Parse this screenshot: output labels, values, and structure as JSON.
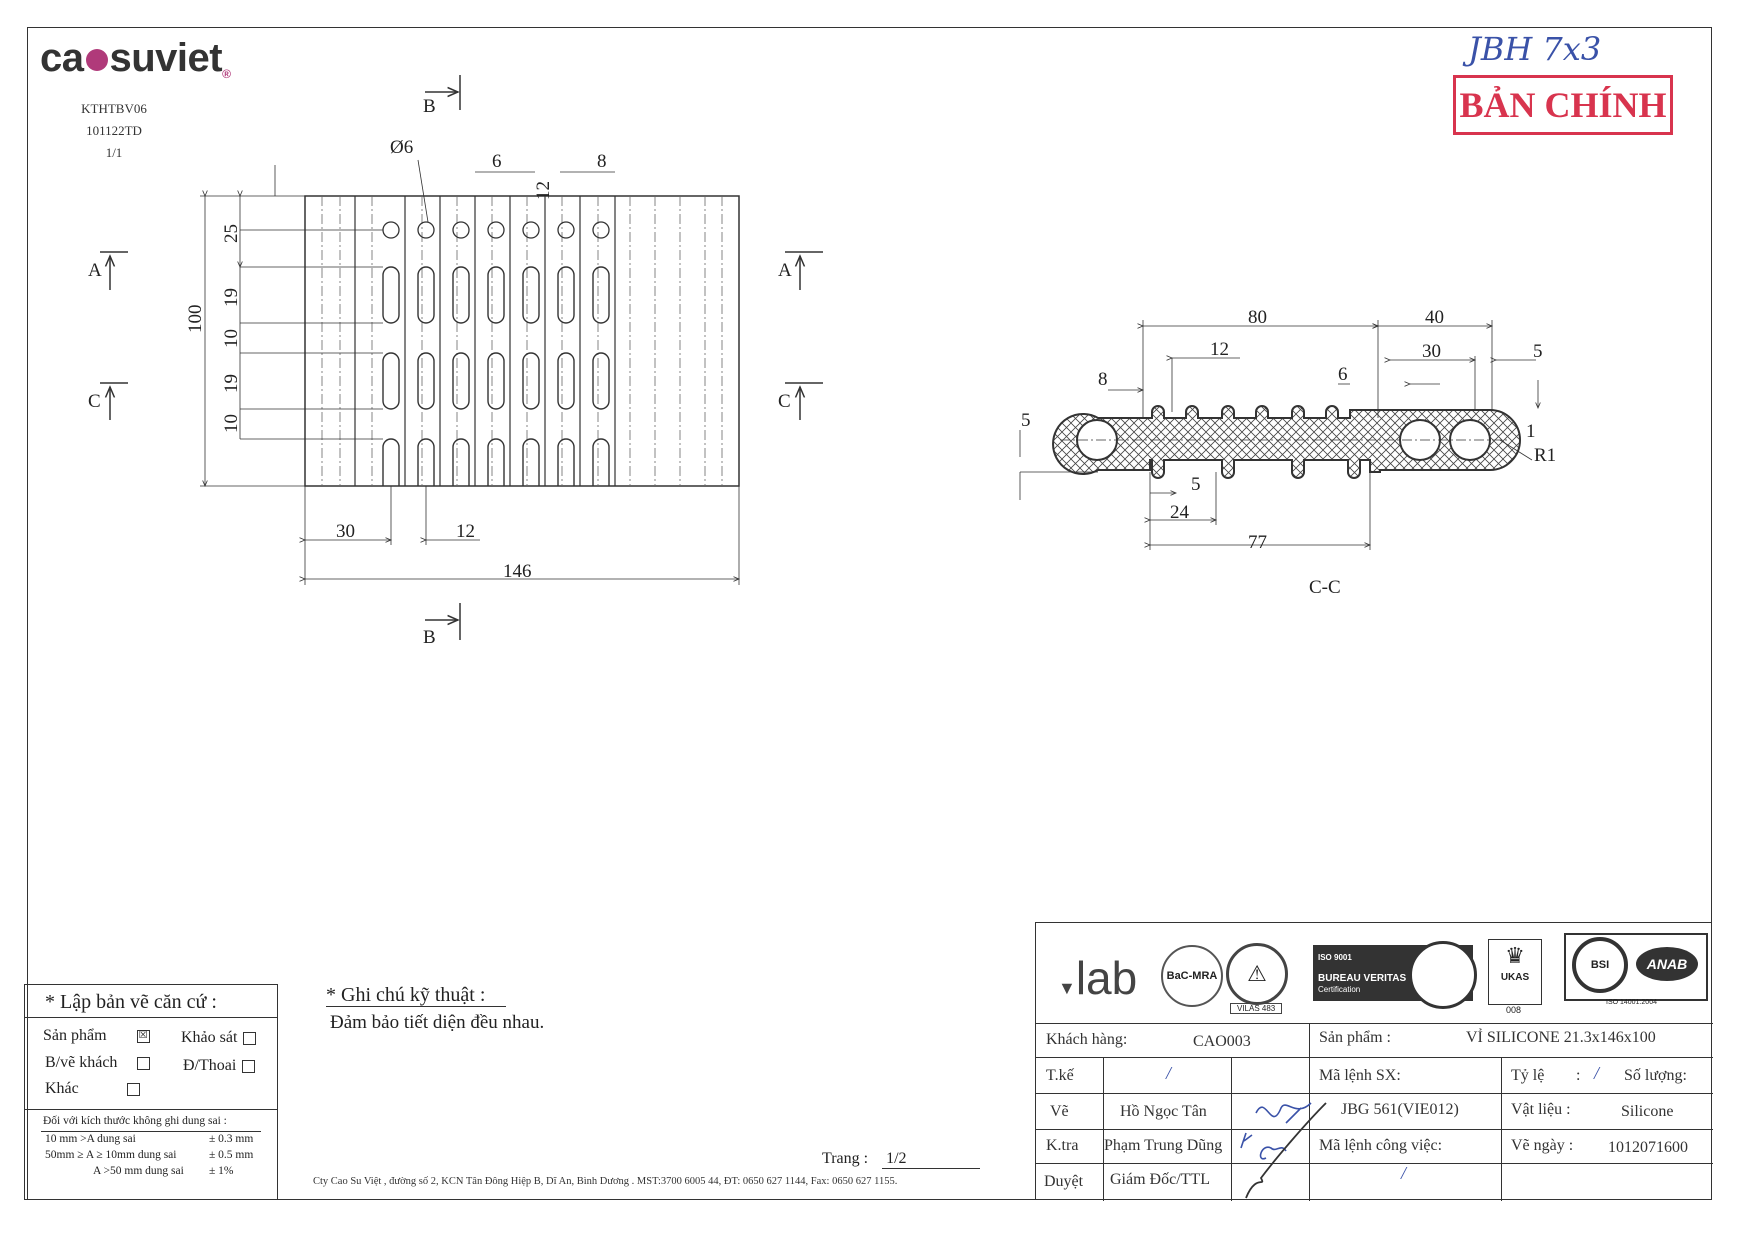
{
  "header": {
    "logo_text_left": "ca",
    "logo_text_right": "suviet",
    "logo_reg": "®",
    "doc_code": "KTHTBV06",
    "doc_date": "101122TD",
    "doc_sheet": "1/1",
    "handwritten_code": "JBH 7x3",
    "stamp": "BẢN CHÍNH"
  },
  "drawing_front": {
    "section_b": "B",
    "section_a": "A",
    "section_c": "C",
    "dim_hole": "Ø6",
    "dim_pitch_6": "6",
    "dim_pitch_8": "8",
    "dim_12": "12",
    "dim_25": "25",
    "dim_100": "100",
    "dim_19a": "19",
    "dim_10a": "10",
    "dim_19b": "19",
    "dim_10b": "10",
    "dim_30": "30",
    "dim_12b": "12",
    "dim_146": "146"
  },
  "drawing_section": {
    "label": "C-C",
    "dim_80": "80",
    "dim_40": "40",
    "dim_12": "12",
    "dim_30": "30",
    "dim_5_right": "5",
    "dim_8": "8",
    "dim_6": "6",
    "dim_5_left": "5",
    "dim_1": "1",
    "dim_r1": "R1",
    "dim_5_bottom": "5",
    "dim_24": "24",
    "dim_77": "77"
  },
  "basis": {
    "title": "* Lập bản vẽ căn cứ :",
    "product": "Sản phẩm",
    "product_mark": "☒",
    "survey": "Khảo sát",
    "customer_drawing": "B/vẽ khách",
    "phone": "Đ/Thoai",
    "other": "Khác",
    "tol_title": "Đối với kích thước không ghi dung sai :",
    "tol_1": "10 mm >A  dung sai",
    "tol_1v": "± 0.3 mm",
    "tol_2": "50mm ≥ A ≥ 10mm dung sai",
    "tol_2v": "± 0.5 mm",
    "tol_3": "A >50 mm dung sai",
    "tol_3v": "± 1%"
  },
  "notes": {
    "title": "* Ghi chú kỹ thuật :",
    "body": "Đảm bảo tiết diện đều nhau."
  },
  "footer": {
    "page_label": "Trang :",
    "page_value": "1/2",
    "company": "Cty Cao Su Việt , đường số 2, KCN Tân Đông Hiệp B, Dĩ An, Bình Dương . MST:3700 6005 44, ĐT: 0650 627 1144, Fax: 0650 627 1155."
  },
  "title_block": {
    "cert_lab": "lab",
    "cert_bac": "BaC-MRA",
    "cert_vilas": "VILAS 483",
    "cert_bv_iso": "ISO 9001",
    "cert_bv_name": "BUREAU VERITAS",
    "cert_bv_sub": "Certification",
    "cert_ukas": "UKAS",
    "cert_ukas_num": "008",
    "cert_bsi": "BSI",
    "cert_anab": "ANAB",
    "cert_bsi_iso": "ISO 14001:2004",
    "customer_label": "Khách hàng:",
    "customer_value": "CAO003",
    "product_label": "Sản phẩm   :",
    "product_value": "VỈ SILICONE 21.3x146x100",
    "design_label": "T.kế",
    "design_value": "/",
    "order_label": "Mã lệnh SX:",
    "scale_label": "Tỷ lệ",
    "scale_colon": ":",
    "scale_value": "/",
    "qty_label": "Số lượng:",
    "draw_label": "Vẽ",
    "draw_value": "Hồ Ngọc Tân",
    "order_value": "JBG 561(VIE012)",
    "material_label": "Vật liệu  :",
    "material_value": "Silicone",
    "check_label": "K.tra",
    "check_value": "Phạm Trung Dũng",
    "job_label": "Mã lệnh công việc:",
    "date_label": "Vẽ  ngày  :",
    "date_value": "1012071600",
    "approve_label": "Duyệt",
    "approve_value": "Giám  Đốc/TTL",
    "job_value": "/"
  }
}
